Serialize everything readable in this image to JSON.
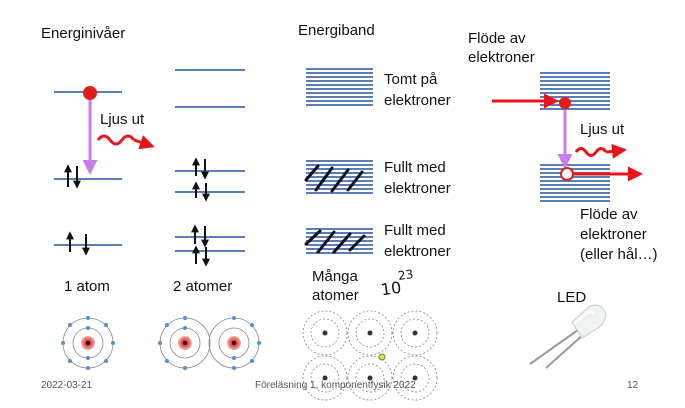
{
  "slide": {
    "energy_levels_title": "Energinivåer",
    "energy_bands_title": "Energiband",
    "flow_title_line1": "Flöde av",
    "flow_title_line2": "elektroner",
    "light_out_left": "Ljus ut",
    "light_out_right": "Ljus ut",
    "empty_band_line1": "Tomt på",
    "empty_band_line2": "elektroner",
    "full_band1_line1": "Fullt med",
    "full_band1_line2": "elektroner",
    "full_band2_line1": "Fullt med",
    "full_band2_line2": "elektroner",
    "many_atoms_line1": "Många",
    "many_atoms_line2": "atomer",
    "handwritten_count": "10",
    "handwritten_exponent": "23",
    "one_atom": "1 atom",
    "two_atoms": "2 atomer",
    "flow_bottom_line1": "Flöde av",
    "flow_bottom_line2": "elektroner",
    "flow_bottom_line3": "(eller hål…)",
    "led_label": "LED"
  },
  "footer": {
    "date": "2022-03-21",
    "course": "Föreläsning 1, komponentfysik 2022",
    "page_number": "12"
  },
  "colors": {
    "level_line": "#5b7fb5",
    "electron_red": "#e11b1b",
    "arrow_red": "#e8141c",
    "photon_arrow": "#c97de8",
    "nucleus": "#e0463e",
    "shell_dot": "#4f8fd6"
  }
}
